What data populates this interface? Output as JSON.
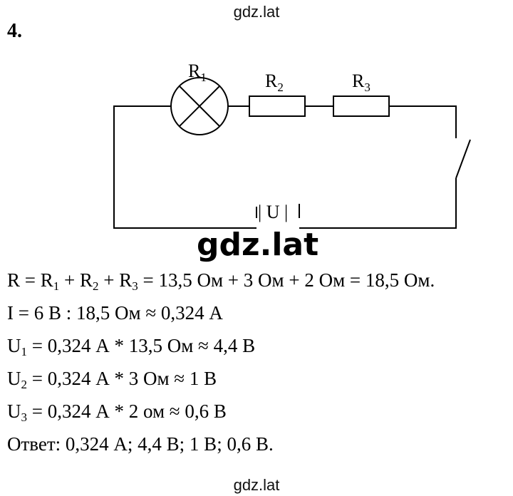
{
  "watermark": {
    "top": "gdz.lat",
    "middle": "gdz.lat",
    "bottom": "gdz.lat"
  },
  "task": {
    "number": "4."
  },
  "circuit": {
    "r1_label": "R",
    "r1_sub": "1",
    "r2_label": "R",
    "r2_sub": "2",
    "r3_label": "R",
    "r3_sub": "3",
    "voltage_label": "| U |"
  },
  "solution": {
    "line1": [
      "R = R",
      "1",
      " + R",
      "2",
      " + R",
      "3",
      " = 13,5 Ом + 3 Ом + 2 Ом = 18,5 Ом."
    ],
    "line2": "I = 6 В : 18,5 Ом ≈ 0,324 А",
    "line3": [
      "U",
      "1",
      " = 0,324 А * 13,5 Ом ≈ 4,4 В"
    ],
    "line4": [
      "U",
      "2",
      " = 0,324 А * 3 Ом ≈ 1 В"
    ],
    "line5": [
      "U",
      "3",
      " = 0,324 А * 2 ом ≈ 0,6 В"
    ],
    "answer": "Ответ: 0,324 А; 4,4 В; 1 В; 0,6 В."
  }
}
